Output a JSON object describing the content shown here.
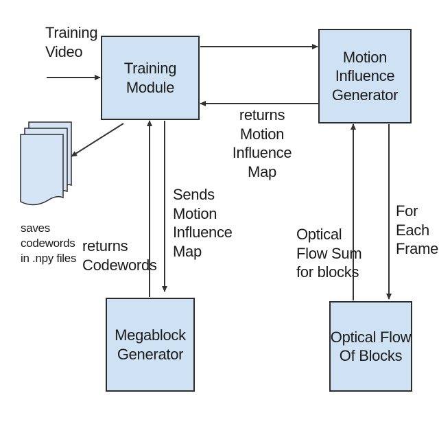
{
  "diagram": {
    "nodes": {
      "training_module": {
        "label": "Training\nModule"
      },
      "motion_influence_generator": {
        "label": "Motion\nInfluence\nGenerator"
      },
      "megablock_generator": {
        "label": "Megablock\nGenerator"
      },
      "optical_flow_blocks": {
        "label": "Optical Flow\nOf Blocks"
      },
      "saved_files": {
        "icon": "document-stack-icon"
      }
    },
    "labels": {
      "training_video": "Training\nVideo",
      "returns_motion_influence_map": "returns\nMotion\nInfluence Map",
      "saves_codewords": "saves\ncodewords\nin .npy files",
      "returns_codewords": "returns\nCodewords",
      "sends_motion_influence_map": "Sends\nMotion\nInfluence\nMap",
      "optical_flow_sum": "Optical\nFlow Sum\nfor blocks",
      "for_each_frame": "For Each\nFrame"
    },
    "colors": {
      "box_fill": "#cfe2f3",
      "box_stroke": "#2b2b2b",
      "arrow": "#333333",
      "doc_fill": "#d6e5f5"
    }
  }
}
